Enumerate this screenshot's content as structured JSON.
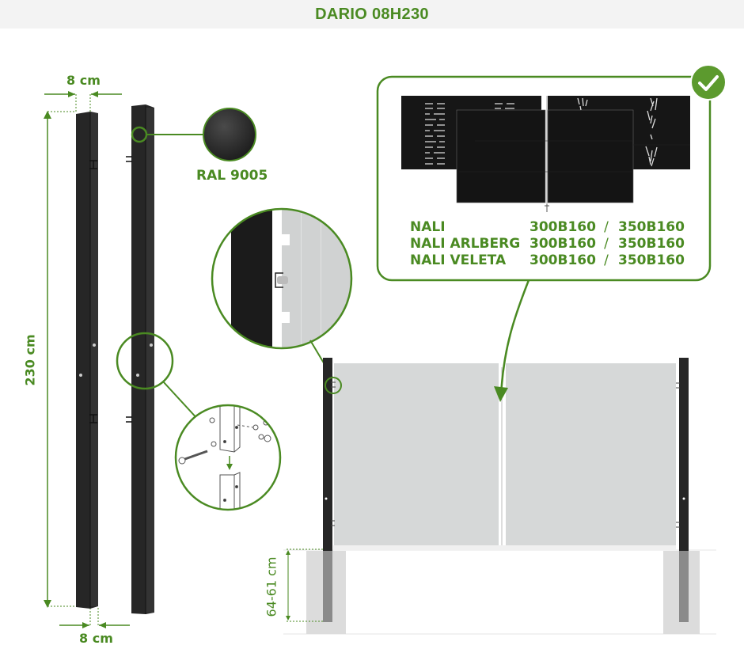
{
  "title": "DARIO 08H230",
  "colors": {
    "accent": "#4a8a22",
    "post": "#262626",
    "panel": "#d6d8d8",
    "header_bg": "#f3f3f3"
  },
  "dimensions": {
    "post_width_top": "8 cm",
    "post_width_bottom": "8 cm",
    "post_height": "230 cm",
    "embed_depth": "64-61 cm"
  },
  "color_swatch": {
    "label": "RAL 9005",
    "hex": "#2a2a2a"
  },
  "compatible_badge": {
    "icon": "check-icon"
  },
  "compatible_panels": [
    {
      "name": "NALI",
      "size_1": "300B160",
      "separator": "/",
      "size_2": "350B160"
    },
    {
      "name": "NALI ARLBERG",
      "size_1": "300B160",
      "separator": "/",
      "size_2": "350B160"
    },
    {
      "name": "NALI VELETA",
      "size_1": "300B160",
      "separator": "/",
      "size_2": "350B160"
    }
  ]
}
